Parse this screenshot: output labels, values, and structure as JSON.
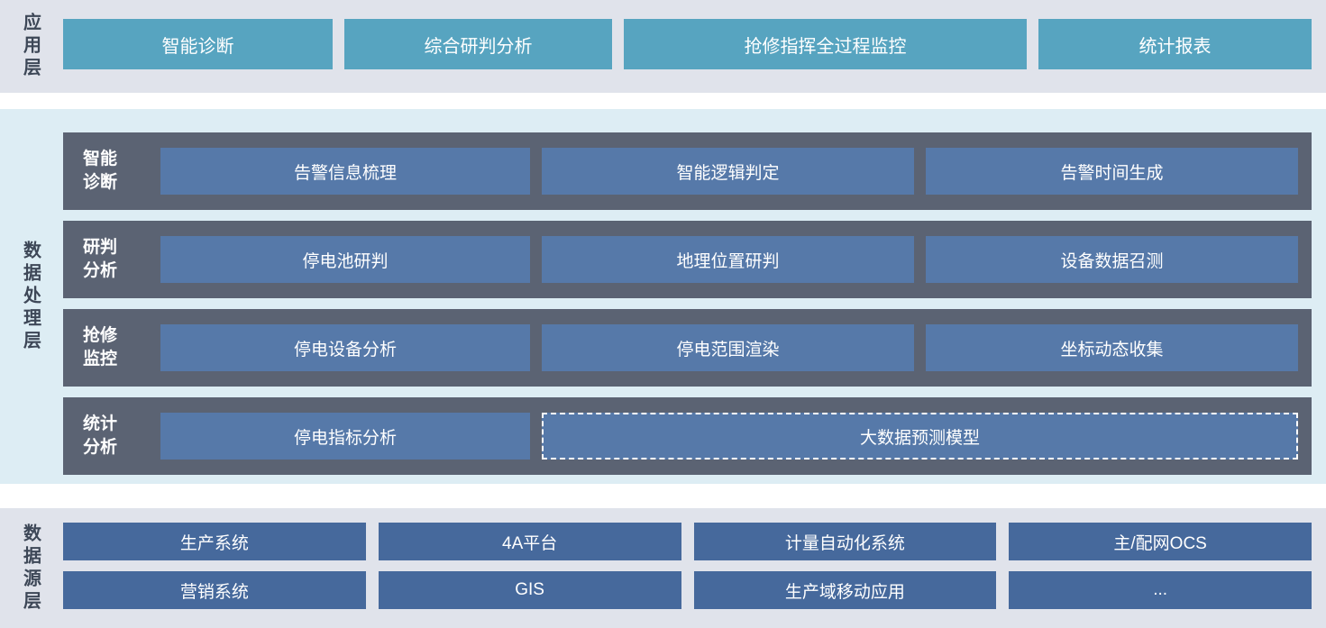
{
  "colors": {
    "app_band_bg": "#e0e3eb",
    "proc_band_bg": "#ddedf4",
    "src_band_bg": "#e0e3eb",
    "app_block": "#57a4c0",
    "proc_row_bg": "#5b6373",
    "proc_block": "#5679a9",
    "src_block": "#46699c",
    "layer_label_text": "#3d4757",
    "block_text": "#ffffff"
  },
  "app_layer": {
    "label": "应用层",
    "buttons": [
      "智能诊断",
      "综合研判分析",
      "抢修指挥全过程监控",
      "统计报表"
    ]
  },
  "processing_layer": {
    "label": "数据处理层",
    "rows": [
      {
        "label": "智能诊断",
        "buttons": [
          "告警信息梳理",
          "智能逻辑判定",
          "告警时间生成"
        ]
      },
      {
        "label": "研判分析",
        "buttons": [
          "停电池研判",
          "地理位置研判",
          "设备数据召测"
        ]
      },
      {
        "label": "抢修监控",
        "buttons": [
          "停电设备分析",
          "停电范围渲染",
          "坐标动态收集"
        ]
      },
      {
        "label": "统计分析",
        "buttons": [
          "停电指标分析",
          "大数据预测模型"
        ]
      }
    ]
  },
  "source_layer": {
    "label": "数据源层",
    "rows": [
      [
        "生产系统",
        "4A平台",
        "计量自动化系统",
        "主/配网OCS"
      ],
      [
        "营销系统",
        "GIS",
        "生产域移动应用",
        "..."
      ]
    ]
  }
}
